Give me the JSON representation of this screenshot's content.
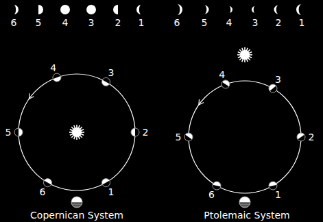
{
  "diagram": {
    "labels": [
      "6",
      "5",
      "4",
      "3",
      "2",
      "1",
      "6",
      "5",
      "4",
      "3",
      "2",
      "1",
      "4",
      "3",
      "5",
      "2",
      "6",
      "1",
      "4",
      "3",
      "5",
      "2",
      "6",
      "1",
      "Copernican System",
      "Ptolemaic System"
    ]
  }
}
